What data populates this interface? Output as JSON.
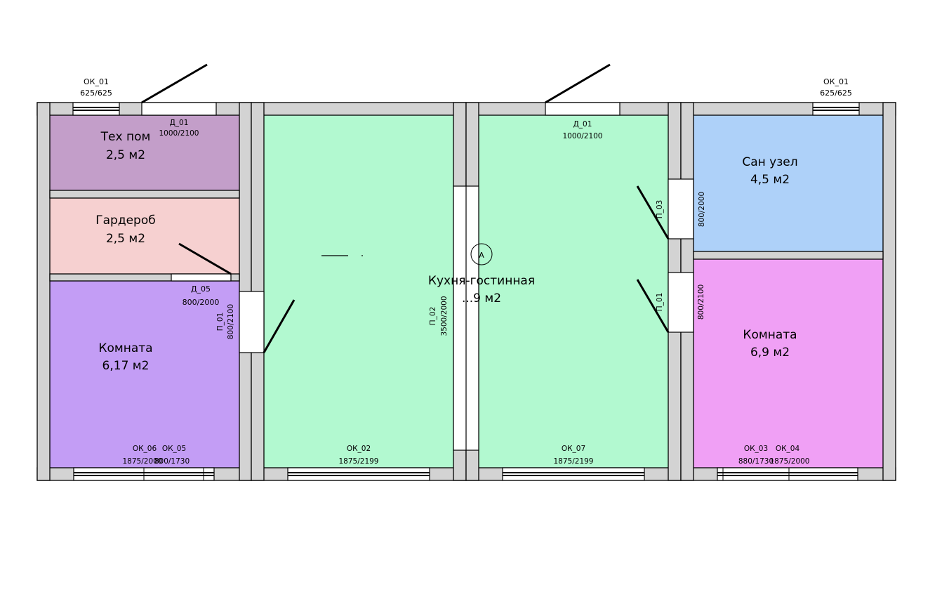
{
  "rooms": [
    {
      "id": "tech",
      "name": "Тех пом",
      "area": "2,5 м2",
      "color": "#c39ec9"
    },
    {
      "id": "wardrobe",
      "name": "Гардероб",
      "area": "2,5 м2",
      "color": "#f6d0d0"
    },
    {
      "id": "room1",
      "name": "Комната",
      "area": "6,17 м2",
      "color": "#c39df5"
    },
    {
      "id": "kitchen",
      "name": "Кухня-гостинная",
      "area": "...9 м2",
      "color": "#b2f9d0"
    },
    {
      "id": "wc",
      "name": "Сан узел",
      "area": "4,5 м2",
      "color": "#aed1f9"
    },
    {
      "id": "room2",
      "name": "Комната",
      "area": "6,9 м2",
      "color": "#f0a0f5"
    }
  ],
  "tags": {
    "ok01_left_name": "ОК_01",
    "ok01_left_size": "625/625",
    "ok01_right_name": "ОК_01",
    "ok01_right_size": "625/625",
    "d01_left_name": "Д_01",
    "d01_left_size": "1000/2100",
    "d01_right_name": "Д_01",
    "d01_right_size": "1000/2100",
    "d05_name": "Д_05",
    "d05_size": "800/2000",
    "p01_left_name": "П_01",
    "p01_left_size": "800/2100",
    "p02_name": "П_02",
    "p02_size": "3500/2000",
    "p03_name": "П_03",
    "p03_size": "800/2000",
    "p01_right_name": "П_01",
    "p01_right_size": "800/2100",
    "ok06_name": "ОК_06",
    "ok06_size": "1875/2000",
    "ok05_name": "ОК_05",
    "ok05_size": "800/1730",
    "ok02_name": "ОК_02",
    "ok02_size": "1875/2199",
    "ok07_name": "ОК_07",
    "ok07_size": "1875/2199",
    "ok03_name": "ОК_03",
    "ok03_size": "880/1730",
    "ok04_name": "ОК_04",
    "ok04_size": "1875/2000"
  },
  "axis_marker": "А"
}
